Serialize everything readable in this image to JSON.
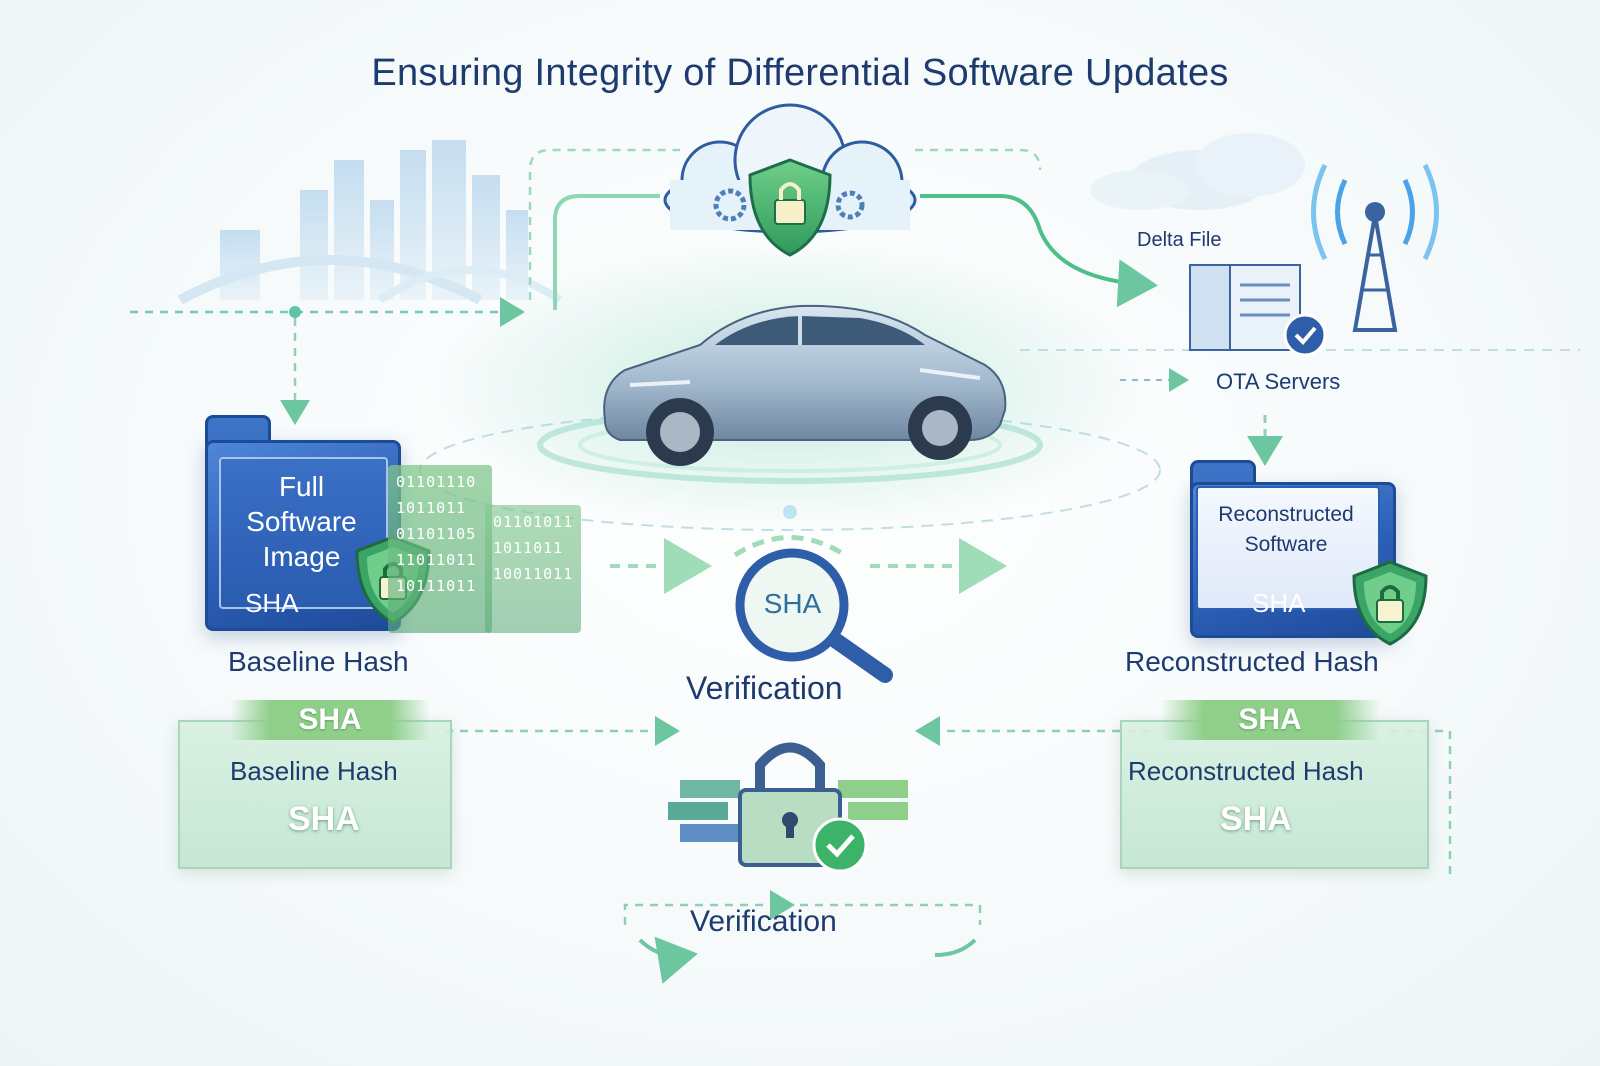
{
  "title": "Ensuring Integrity of Differential Software Updates",
  "cloud": {
    "icon": "cloud-shield-lock-icon"
  },
  "car": {
    "icon": "car-icon"
  },
  "ota": {
    "delta_label": "Delta File",
    "servers_label": "OTA Servers",
    "icon": "server-tower-icon"
  },
  "full_image": {
    "folder_line1": "Full",
    "folder_line2": "Software",
    "folder_line3": "Image",
    "folder_sha": "SHA",
    "caption": "Baseline Hash",
    "binary_rows": [
      "01101110",
      "1011011",
      "01101105",
      "11011011",
      "10111011",
      "01101011",
      "1011011",
      "10011011"
    ]
  },
  "reconstructed": {
    "folder_line1": "Reconstructed",
    "folder_line2": "Software",
    "folder_sha": "SHA",
    "caption": "Reconstructed Hash"
  },
  "verification_center": {
    "magnifier_text": "SHA",
    "label": "Verification"
  },
  "baseline_box": {
    "top_sha": "SHA",
    "label": "Baseline Hash",
    "bottom_sha": "SHA"
  },
  "reconstructed_box": {
    "top_sha": "SHA",
    "label": "Reconstructed Hash",
    "bottom_sha": "SHA"
  },
  "bottom_verification": {
    "label": "Verification",
    "icon": "padlock-check-icon"
  },
  "colors": {
    "navy": "#1d3b6e",
    "blue": "#2c5fb6",
    "green": "#5bb86a",
    "teal": "#5fc3a8"
  }
}
